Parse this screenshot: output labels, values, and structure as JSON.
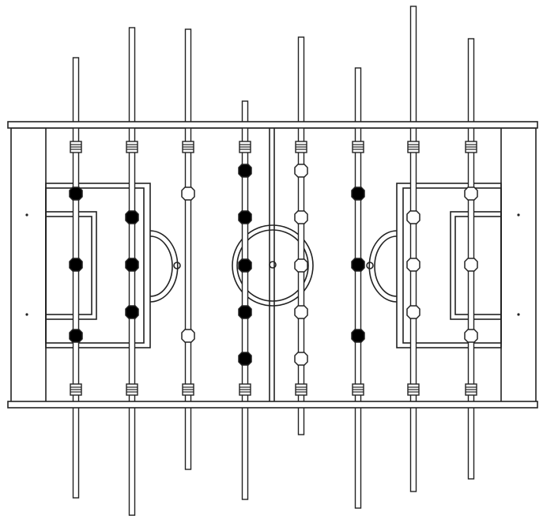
{
  "diagram": {
    "kind": "foosball table top view",
    "colors": {
      "line": "#222222",
      "background": "#ffffff",
      "team_dark": "#000000",
      "team_light": "#ffffff"
    },
    "rods": [
      {
        "team": "dark",
        "players": 3
      },
      {
        "team": "dark",
        "players": 3
      },
      {
        "team": "light",
        "players": 2
      },
      {
        "team": "dark",
        "players": 5
      },
      {
        "team": "light",
        "players": 5
      },
      {
        "team": "dark",
        "players": 3
      },
      {
        "team": "light",
        "players": 3
      },
      {
        "team": "light",
        "players": 3
      }
    ]
  }
}
